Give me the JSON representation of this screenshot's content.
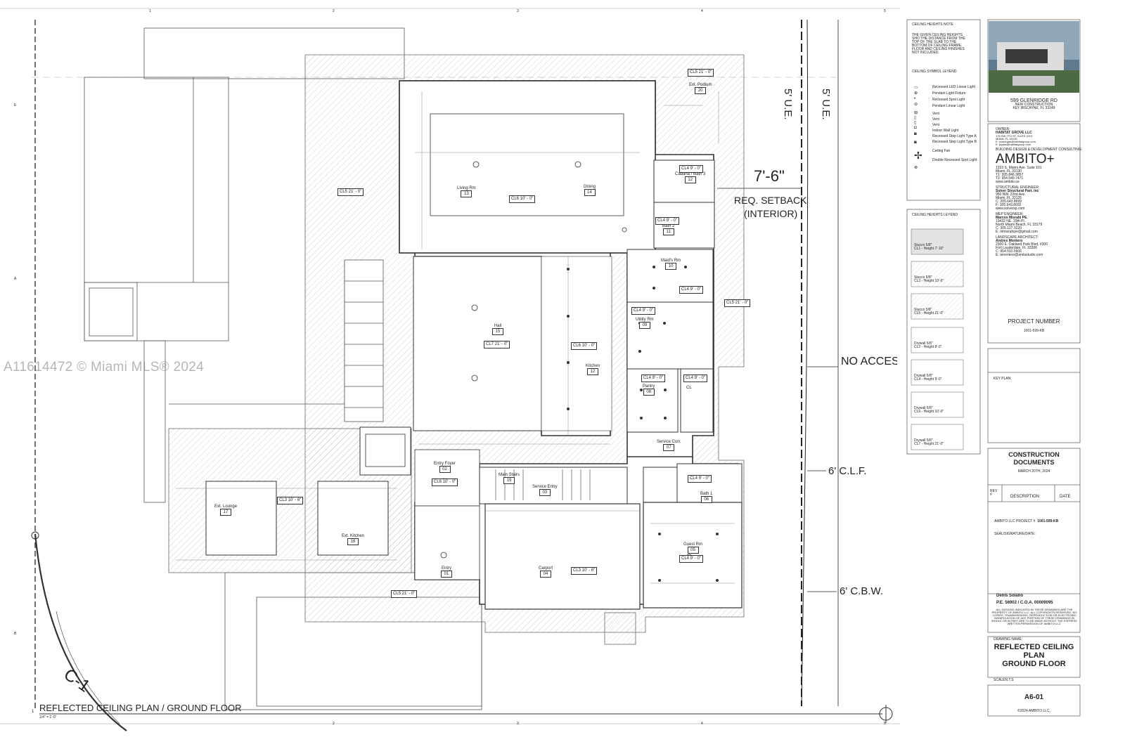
{
  "watermark": "A11614472 © Miami MLS® 2024",
  "plan_title": "REFLECTED CEILING PLAN / GROUND FLOOR",
  "plan_scale": "1/4\" = 1'-0\"",
  "grid_labels": {
    "cols": [
      "1",
      "2",
      "3",
      "4",
      "5"
    ],
    "rows": [
      "B",
      "A",
      "E"
    ]
  },
  "annotations": {
    "ue_left": "5' U.E.",
    "ue_right": "5' U.E.",
    "setback_dim": "7'-6\"",
    "setback_label_1": "REQ. SETBACK",
    "setback_label_2": "(INTERIOR)",
    "no_access": "NO ACCESS",
    "clf": "6' C.L.F.",
    "cbw": "6' C.B.W.",
    "curve_label": "C-1"
  },
  "rooms": [
    {
      "name": "Living Rm",
      "num": "13"
    },
    {
      "name": "Dining",
      "num": "14"
    },
    {
      "name": "Ext. Podium",
      "num": "20"
    },
    {
      "name": "Cabana / Bath 3",
      "num": "12"
    },
    {
      "name": "Bath 2",
      "num": "11"
    },
    {
      "name": "Maid's Rm",
      "num": "10"
    },
    {
      "name": "Utility Rm",
      "num": "09"
    },
    {
      "name": "Hall",
      "num": "15"
    },
    {
      "name": "Kitchen",
      "num": "12"
    },
    {
      "name": "Pantry",
      "num": "08"
    },
    {
      "name": "CL",
      "num": ""
    },
    {
      "name": "Service Corr.",
      "num": "07"
    },
    {
      "name": "Entry Foyer",
      "num": "02"
    },
    {
      "name": "Main Stairs",
      "num": "19"
    },
    {
      "name": "Service Entry",
      "num": "03"
    },
    {
      "name": "Bath 1",
      "num": "06"
    },
    {
      "name": "Guest Rm",
      "num": "05"
    },
    {
      "name": "Ext. Lounge",
      "num": "17"
    },
    {
      "name": "Ext. Kitchen",
      "num": "16"
    },
    {
      "name": "Carport",
      "num": "04"
    },
    {
      "name": "Entry",
      "num": "01"
    }
  ],
  "ceiling_tags": {
    "cl5_top": "CL5  21' - 0\"",
    "cl5_left": "CL5  21' - 0\"",
    "cl6_living": "CL6  10' - 0\"",
    "cl4_cabana": "CL4  9' - 0\"",
    "cl4_bath2": "CL4  9' - 0\"",
    "cl4_maid": "CL4  9' - 0\"",
    "cl4_utility": "CL4  9' - 0\"",
    "cl5_right": "CL5  21' - 0\"",
    "cl7_hall": "CL7  21' - 0\"",
    "cl6_kitchen": "CL6  10' - 0\"",
    "cl4_pantry": "CL4  9' - 0\"",
    "cl4_cl": "CL4  9' - 0\"",
    "cl6_foyer": "CL6  10' - 0\"",
    "cl4_bath1": "CL4  9' - 0\"",
    "cl3_lounge": "CL3  10' - 6\"",
    "cl3_carport": "CL3  10' - 6\"",
    "cl4_guest": "CL4  9' - 0\"",
    "cl5_bottom": "CL5  21' - 0\""
  },
  "title_block": {
    "ceiling_heights_note_title": "CEILING HEIGHTS NOTE",
    "ceiling_heights_note": [
      "THE GIVEN CEILING HEIGHTS",
      "SHO THE DISTANCE FROM THE",
      "TOP OF THE SLAB TO THE",
      "BOTTOM OF CEILING FRAME.",
      "FLOOR AND CEILING FINISHES",
      "NOT INCLUDED."
    ],
    "symbol_legend_title": "CEILING SYMBOL LEYEND",
    "symbols": [
      "Recessed LED Linear Light",
      "Pendant Light Fixture",
      "Recessed Spot Light",
      "Pendant Linear Light",
      "Vent",
      "Vent",
      "Vent",
      "Indoor Wall Light",
      "Recessed Step Light Type A",
      "Recessed Step Light Type B",
      "Ceiling Fan",
      "Double Recessed Spot Light"
    ],
    "heights_legend_title": "CEILING HEIGHTS LEYEND",
    "heights": [
      {
        "l1": "Stucco 5/8\"",
        "l2": "CL1 - Height 7'-10\""
      },
      {
        "l1": "Stucco 5/8\"",
        "l2": "CL3 - Height 10'-6\""
      },
      {
        "l1": "Stucco 5/8\"",
        "l2": "CL5 - Height 21'-0\""
      },
      {
        "l1": "Drywall 5/8\"",
        "l2": "CL2 - Height 8'-0\""
      },
      {
        "l1": "Drywall 5/8\"",
        "l2": "CL4 - Height 9'-0\""
      },
      {
        "l1": "Drywall 5/8\"",
        "l2": "CL6 - Height 10'-0\""
      },
      {
        "l1": "Drywall 5/8\"",
        "l2": "CL7 - Height 21'-0\""
      }
    ],
    "address": [
      "599 GLENRIDGE RD",
      "NEW CONSTRUCTION",
      "KEY BISCAYNE, FL 33149"
    ],
    "owner_label": "OWNER:",
    "owner": [
      "HABITAT GROVE LLC",
      "175 SW 7TH ST, SUITE 2201",
      "MIAMI, FL 33130",
      "E: svanegas@habitatgroup.com",
      "E: jeyala@habitatgroup.com"
    ],
    "design_label": "BUILDING DESIGN & DEVELOPMENT CONSULTING:",
    "firm_logo": "AMBITO+",
    "firm": [
      "1333 S. Miami Ave. Suite 101",
      "Miami, FL 33130",
      "T1: 305.846.3857",
      "T2: 954.549.7471",
      "www.ambito.us"
    ],
    "structural_label": "STRUCTURAL ENGINEER:",
    "structural": [
      "Solver Structural Part. Inc",
      "950 NW. 22nd Ave.",
      "Miami, FL 33125",
      "C: 205.643.8699",
      "F: 305.643.8692",
      "www.solversp.com"
    ],
    "mep_label": "MEP ENGINEER:",
    "mep": [
      "Marcos Misrahi PE.",
      "19432 NE. 19th Pl.",
      "North Miami Beach, FL 33179",
      "C: 305.127.3220",
      "E: mmisrahipe@gmail.com"
    ],
    "landscape_label": "LANDSCAPE ARCHITECT:",
    "landscape": [
      "Andres Montero",
      "2300 E. Oakland Park Blvd, #300",
      "Fort Lauderdale, FL 33306",
      "C: 954.591.5606",
      "E: amontero@amlastudio.com"
    ],
    "project_number_label": "PROJECT NUMBER",
    "project_number": "1001-599-KB",
    "key_plan": "KEY PLAN:",
    "docs_title_1": "CONSTRUCTION",
    "docs_title_2": "DOCUMENTS",
    "docs_date": "MARCH 20TH, 2024",
    "rev": "REV #",
    "description": "DESCRIPTION",
    "date": "DATE",
    "ambito_project_label": "AMBITO LLC PROJECT #",
    "ambito_project": "1001-599-KB",
    "seal": "SEAL/SIGNATURE/DATE:",
    "engineer": "Denis Solano",
    "engineer_pe": "P.E. 56902 / C.O.A. 00009095",
    "disclaimer": [
      "ALL DESIGNS INDICATED IN THESE DRAWINGS ARE THE",
      "PROPERTY OF AMBITO LLC. ALL COPYRIGHTS RESERVED. NO",
      "COPIES, TRANSMISSIONS, REPRODUCTION OR ELECTRONIC",
      "MANIPULATION OF ANY PORTION OF THESE DRAWINGS IN",
      "WHOLE OR IN PART ARE TO BE MADE WITHOUT THE EXPRESS",
      "WRITTEN PERMISSION OF AMBITO LLC."
    ],
    "drawing_name_label": "DRAWING NAME:",
    "drawing_name": [
      "REFLECTED CEILING",
      "PLAN",
      "GROUND FLOOR"
    ],
    "scale_label": "SCALE",
    "scale": "N.T.S",
    "sheet_number": "A6-01",
    "copyright": "©2024 AMBITO LLC."
  }
}
